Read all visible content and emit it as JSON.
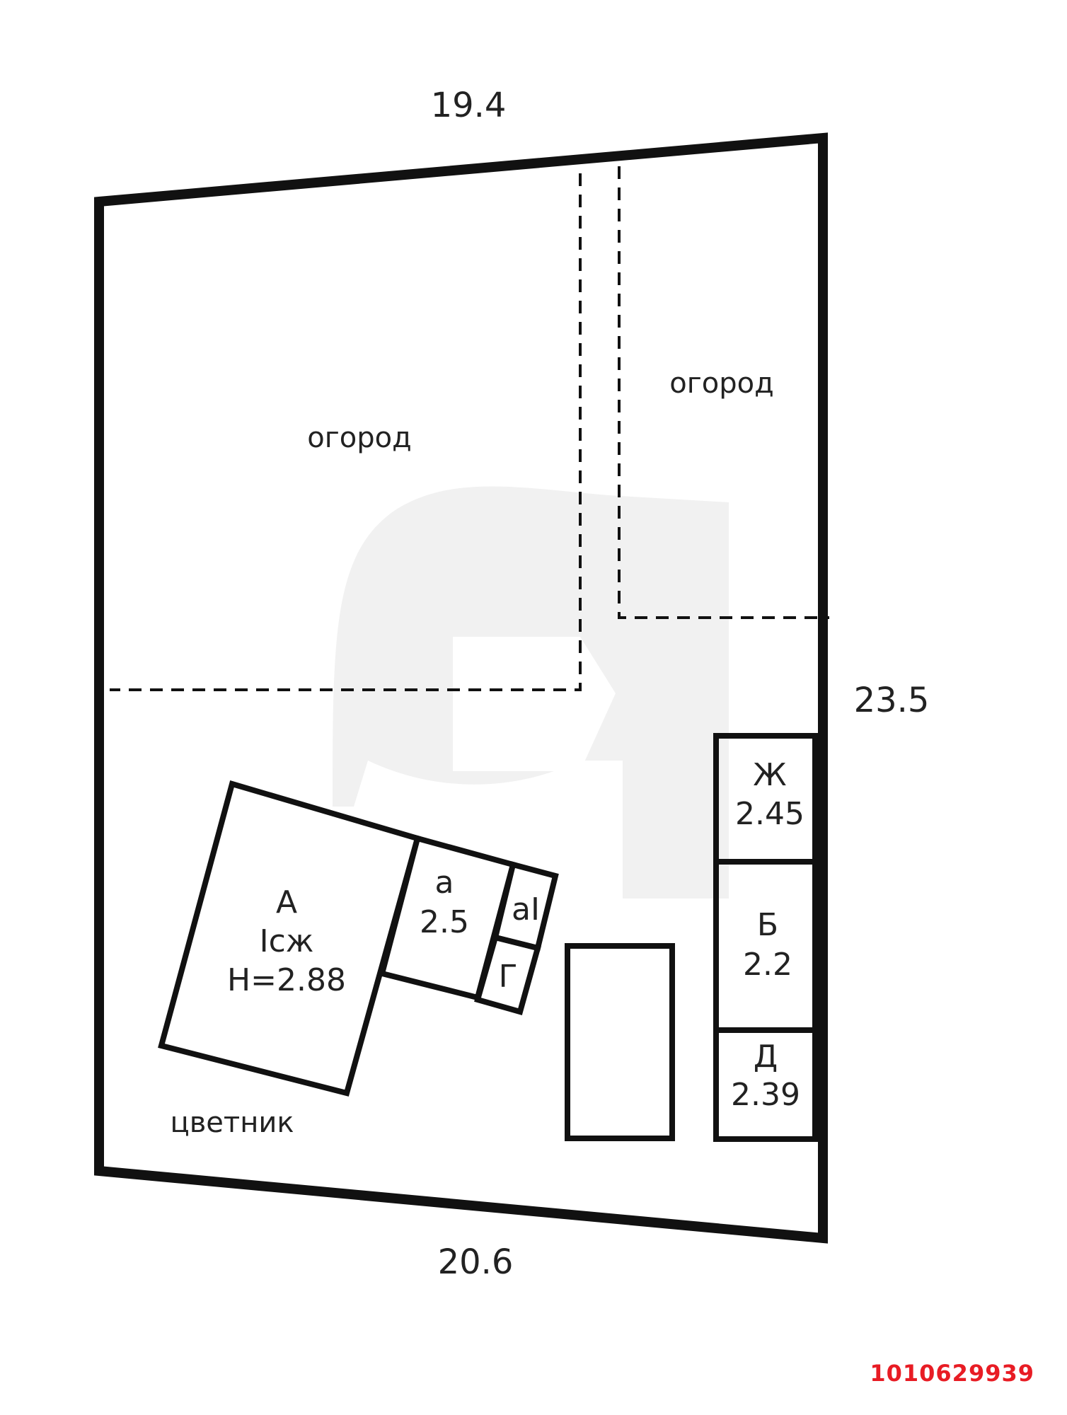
{
  "dimensions": {
    "top": "19.4",
    "right": "23.5",
    "bottom": "20.6"
  },
  "zones": {
    "garden_left": "огород",
    "garden_right": "огород",
    "flowerbed": "цветник"
  },
  "buildings": {
    "main_house": {
      "letter": "А",
      "code": "Iсж",
      "height": "H=2.88"
    },
    "annex_a": {
      "letter": "а",
      "height": "2.5"
    },
    "annex_a1": {
      "letter": "аI"
    },
    "garage": {
      "letter": "Г"
    },
    "building_zh": {
      "letter": "Ж",
      "height": "2.45"
    },
    "building_b": {
      "letter": "Б",
      "height": "2.2"
    },
    "building_d": {
      "letter": "Д",
      "height": "2.39"
    }
  },
  "listing_id": "1010629939",
  "colors": {
    "line": "#111111",
    "watermark": "#f1f1f1",
    "id_text": "#e81c24"
  }
}
